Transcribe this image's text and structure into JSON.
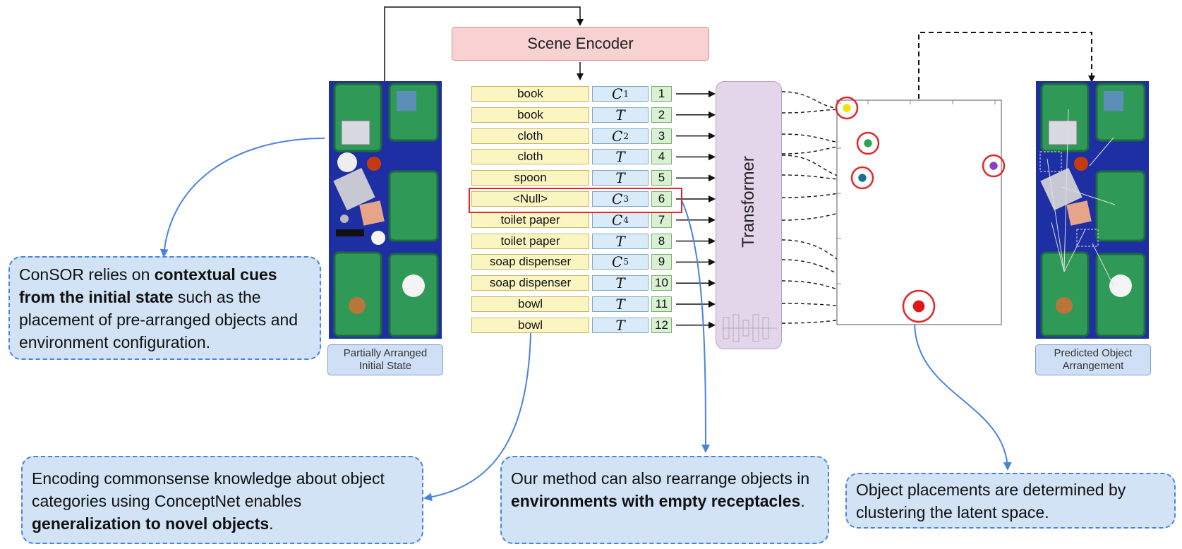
{
  "encoder": {
    "label": "Scene Encoder"
  },
  "transformer": {
    "label": "Transformer"
  },
  "tokens": [
    {
      "name": "book",
      "type": "C",
      "sub": "1",
      "index": "1"
    },
    {
      "name": "book",
      "type": "T",
      "sub": "",
      "index": "2"
    },
    {
      "name": "cloth",
      "type": "C",
      "sub": "2",
      "index": "3"
    },
    {
      "name": "cloth",
      "type": "T",
      "sub": "",
      "index": "4"
    },
    {
      "name": "spoon",
      "type": "T",
      "sub": "",
      "index": "5"
    },
    {
      "name": "<Null>",
      "type": "C",
      "sub": "3",
      "index": "6"
    },
    {
      "name": "toilet paper",
      "type": "C",
      "sub": "4",
      "index": "7"
    },
    {
      "name": "toilet paper",
      "type": "T",
      "sub": "",
      "index": "8"
    },
    {
      "name": "soap dispenser",
      "type": "C",
      "sub": "5",
      "index": "9"
    },
    {
      "name": "soap dispenser",
      "type": "T",
      "sub": "",
      "index": "10"
    },
    {
      "name": "bowl",
      "type": "T",
      "sub": "",
      "index": "11"
    },
    {
      "name": "bowl",
      "type": "T",
      "sub": "",
      "index": "12"
    }
  ],
  "captions": {
    "initial": "Partially Arranged Initial State",
    "predicted": "Predicted Object Arrangement"
  },
  "callouts": {
    "context": {
      "p1": "ConSOR relies on ",
      "b1": "contextual cues from the initial state",
      "p2": " such as the placement of pre-arranged objects and environment configuration."
    },
    "commonsense": {
      "p1": "Encoding commonsense knowledge about object categories using ConceptNet enables ",
      "b1": "generalization to novel objects",
      "p2": "."
    },
    "empty": {
      "p1": "Our method can also rearrange objects in ",
      "b1": "environments with empty receptacles",
      "p2": "."
    },
    "clustering": {
      "p1": "Object placements are determined by clustering the latent space."
    }
  },
  "clusters": [
    {
      "name": "cluster-top-left",
      "color": "#f2e200"
    },
    {
      "name": "cluster-mid-left",
      "color": "#2ea44f"
    },
    {
      "name": "cluster-mid-low",
      "color": "#1f6f8b"
    },
    {
      "name": "cluster-right",
      "color": "#8a3fbf"
    },
    {
      "name": "cluster-bottom",
      "color": "#e01818"
    }
  ],
  "colors": {
    "photo_bg": "#1d2fa3",
    "bin": "#2f9a58",
    "callout_border": "#4a83df",
    "highlight": "#e3262a"
  }
}
